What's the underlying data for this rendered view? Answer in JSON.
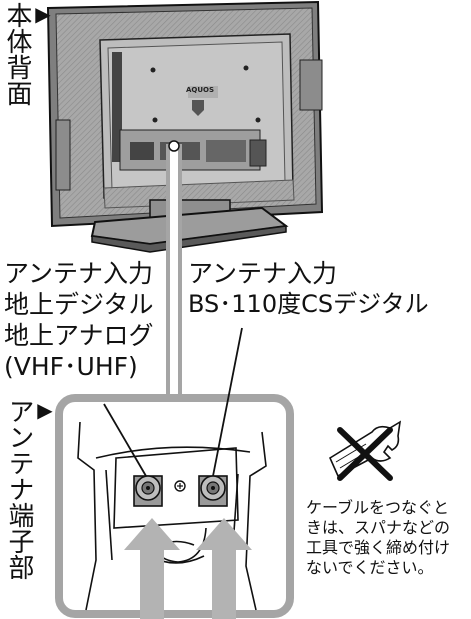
{
  "side_labels": {
    "back_marker": "▶",
    "back": "本体背面",
    "terminal_marker": "▶",
    "terminal": "アンテナ端子部"
  },
  "tv": {
    "brand": "AQUOS"
  },
  "left_input": {
    "lines": [
      "アンテナ入力",
      "地上デジタル",
      "地上アナログ",
      "(VHF･UHF)"
    ]
  },
  "right_input": {
    "lines": [
      "アンテナ入力",
      "BS･110度CSデジタル"
    ]
  },
  "caution": {
    "lines": [
      "ケーブルをつなぐと",
      "きは、スパナなどの",
      "工具で強く締め付け",
      "ないでください。"
    ]
  },
  "icons": {
    "wrench": "wrench-icon",
    "prohibited": "prohibited-x-icon",
    "screw": "screw-icon"
  },
  "colors": {
    "tv_body": "#9a9a9a",
    "tv_panel": "#b9b9b9",
    "frame": "#a5a5a5",
    "arrow": "#b3b3b3",
    "line": "#111111"
  }
}
